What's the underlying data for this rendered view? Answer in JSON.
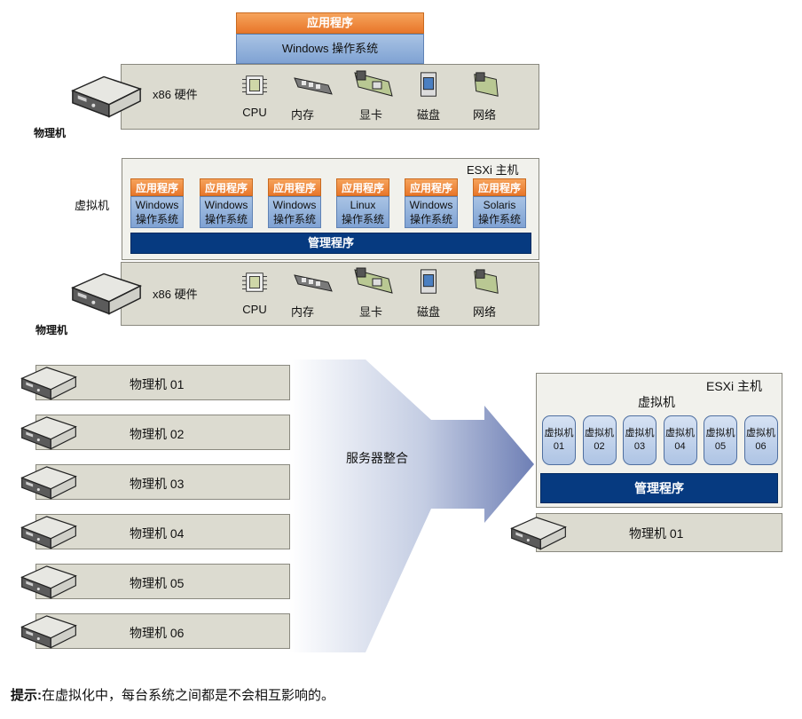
{
  "top": {
    "app": "应用程序",
    "os": "Windows 操作系统",
    "hw_label": "x86 硬件",
    "machine_label": "物理机",
    "hardware": [
      {
        "label": "CPU",
        "icon": "cpu-icon"
      },
      {
        "label": "内存",
        "icon": "memory-icon"
      },
      {
        "label": "显卡",
        "icon": "graphics-card-icon"
      },
      {
        "label": "磁盘",
        "icon": "disk-icon"
      },
      {
        "label": "网络",
        "icon": "network-card-icon"
      }
    ]
  },
  "middle": {
    "esxi_label": "ESXi 主机",
    "vm_label": "虚拟机",
    "vms": [
      {
        "app": "应用程序",
        "os1": "Windows",
        "os2": "操作系统"
      },
      {
        "app": "应用程序",
        "os1": "Windows",
        "os2": "操作系统"
      },
      {
        "app": "应用程序",
        "os1": "Windows",
        "os2": "操作系统"
      },
      {
        "app": "应用程序",
        "os1": "Linux",
        "os2": "操作系统"
      },
      {
        "app": "应用程序",
        "os1": "Windows",
        "os2": "操作系统"
      },
      {
        "app": "应用程序",
        "os1": "Solaris",
        "os2": "操作系统"
      }
    ],
    "hypervisor": "管理程序",
    "hw_label": "x86 硬件",
    "machine_label": "物理机",
    "hardware": [
      {
        "label": "CPU"
      },
      {
        "label": "内存"
      },
      {
        "label": "显卡"
      },
      {
        "label": "磁盘"
      },
      {
        "label": "网络"
      }
    ]
  },
  "consolidation": {
    "machines": [
      "物理机 01",
      "物理机 02",
      "物理机 03",
      "物理机 04",
      "物理机 05",
      "物理机 06"
    ],
    "arrow_label": "服务器整合",
    "esxi_label": "ESXi 主机",
    "vm_group_label": "虚拟机",
    "vms": [
      {
        "l1": "虚拟机",
        "l2": "01"
      },
      {
        "l1": "虚拟机",
        "l2": "02"
      },
      {
        "l1": "虚拟机",
        "l2": "03"
      },
      {
        "l1": "虚拟机",
        "l2": "04"
      },
      {
        "l1": "虚拟机",
        "l2": "05"
      },
      {
        "l1": "虚拟机",
        "l2": "06"
      }
    ],
    "hypervisor": "管理程序",
    "target_machine": "物理机 01"
  },
  "note": {
    "prefix": "提示:",
    "text": "在虚拟化中，每台系统之间都是不会相互影响的。"
  }
}
